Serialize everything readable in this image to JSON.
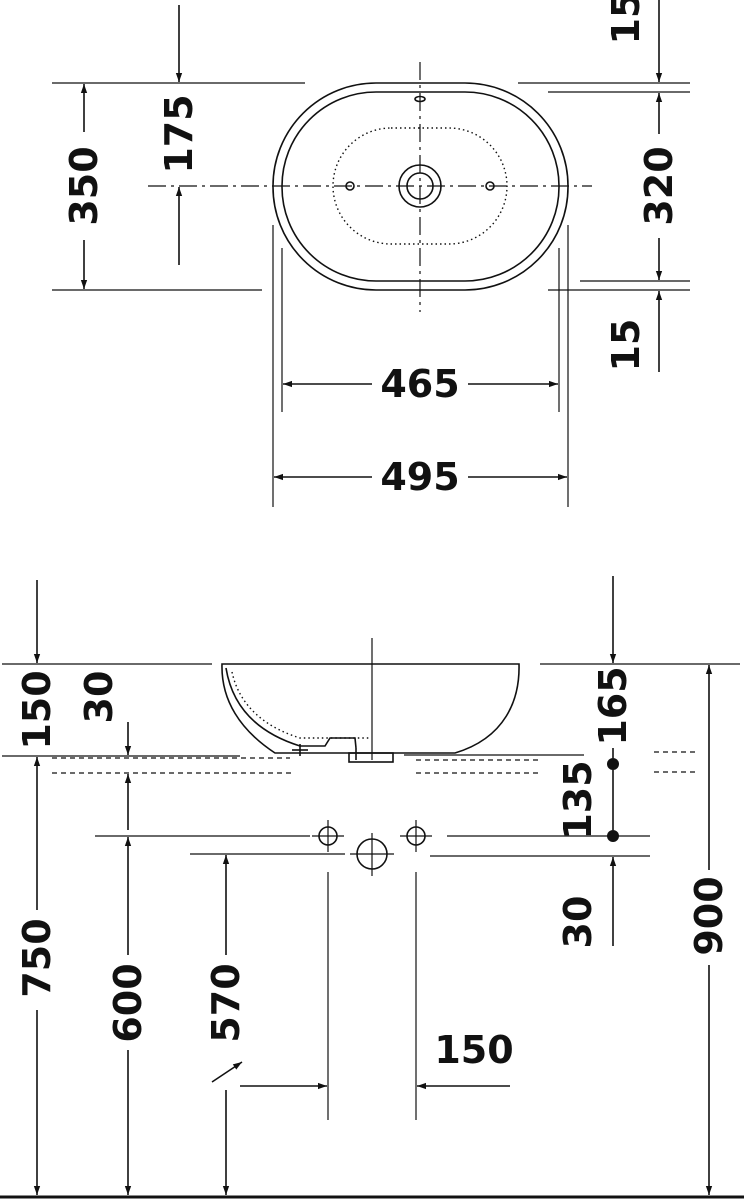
{
  "top_view": {
    "dims": {
      "d15_top": "15",
      "d175": "175",
      "d350": "350",
      "d320": "320",
      "d15_bottom": "15",
      "d465": "465",
      "d495": "495"
    }
  },
  "side_view": {
    "dims": {
      "d150": "150",
      "d30_left": "30",
      "d165": "165",
      "d135": "135",
      "d30_right": "30",
      "d750": "750",
      "d600": "600",
      "d570": "570",
      "d150_h": "150",
      "d900": "900"
    }
  }
}
